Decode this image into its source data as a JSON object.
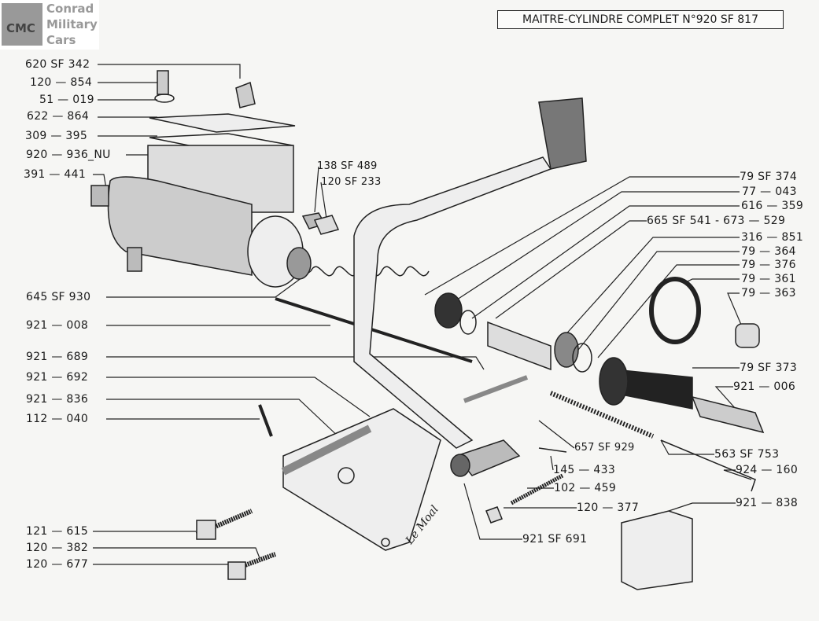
{
  "logo": {
    "initials": "CMC",
    "line1": "Conrad",
    "line2": "Military",
    "line3": "Cars"
  },
  "title": "MAITRE-CYLINDRE COMPLET N°920 SF 817",
  "signature": "Le Moal",
  "labels": {
    "l1": "620 SF 342",
    "l2": "120 — 854",
    "l3": "51 — 019",
    "l4": "622 — 864",
    "l5": "309 — 395",
    "l6": "920 — 936_NU",
    "l7": "391 — 441",
    "l8": "645 SF 930",
    "l9": "921 — 008",
    "l10": "921 — 689",
    "l11": "921 — 692",
    "l12": "921 — 836",
    "l13": "112 — 040",
    "l14": "121 — 615",
    "l15": "120 — 382",
    "l16": "120 — 677",
    "l17": "138 SF 489",
    "l18": "120 SF 233",
    "r1": "79 SF 374",
    "r2": "77 — 043",
    "r3": "616 — 359",
    "r4": "665 SF 541 - 673 — 529",
    "r5": "316 — 851",
    "r6": "79 — 364",
    "r7": "79 — 376",
    "r8": "79 — 361",
    "r9": "79 — 363",
    "r10": "79 SF 373",
    "r11": "921 — 006",
    "r12": "657 SF 929",
    "r13": "563 SF 753",
    "r14": "145 — 433",
    "r15": "924 — 160",
    "r16": "102 — 459",
    "r17": "120 — 377",
    "r18": "921 — 838",
    "r19": "921 SF 691"
  }
}
